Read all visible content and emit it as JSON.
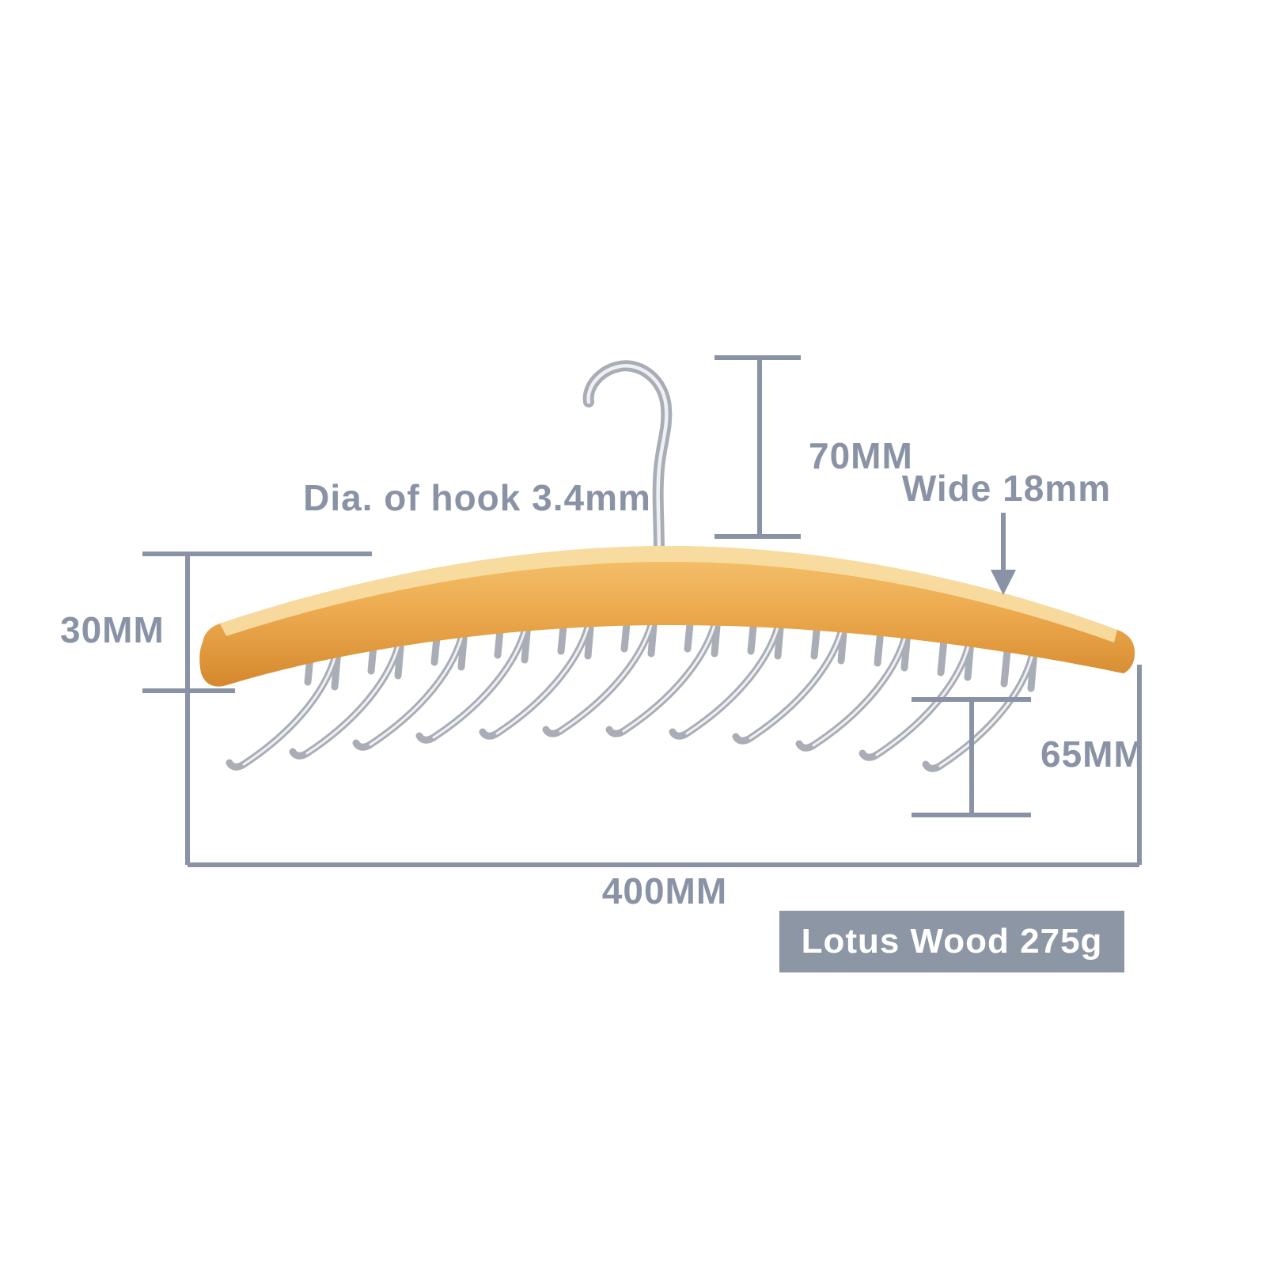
{
  "annotations": {
    "hook_diameter": "Dia. of hook 3.4mm",
    "hook_height": "70MM",
    "bar_width_side": "Wide 18mm",
    "bar_thickness": "30MM",
    "hook_drop": "65MM",
    "total_length": "400MM"
  },
  "badge": {
    "text": "Lotus Wood 275g"
  },
  "colors": {
    "background": "#ffffff",
    "annotation": "#8a93a6",
    "badge_bg": "#8d96a4",
    "badge_text": "#ffffff",
    "wood_top": "#f4c470",
    "wood_mid": "#edab4f",
    "wood_deep": "#d5882e",
    "wood_highlight": "#f9dda4",
    "metal": "#a9aeb6",
    "metal_highlight": "#eef0f3"
  }
}
